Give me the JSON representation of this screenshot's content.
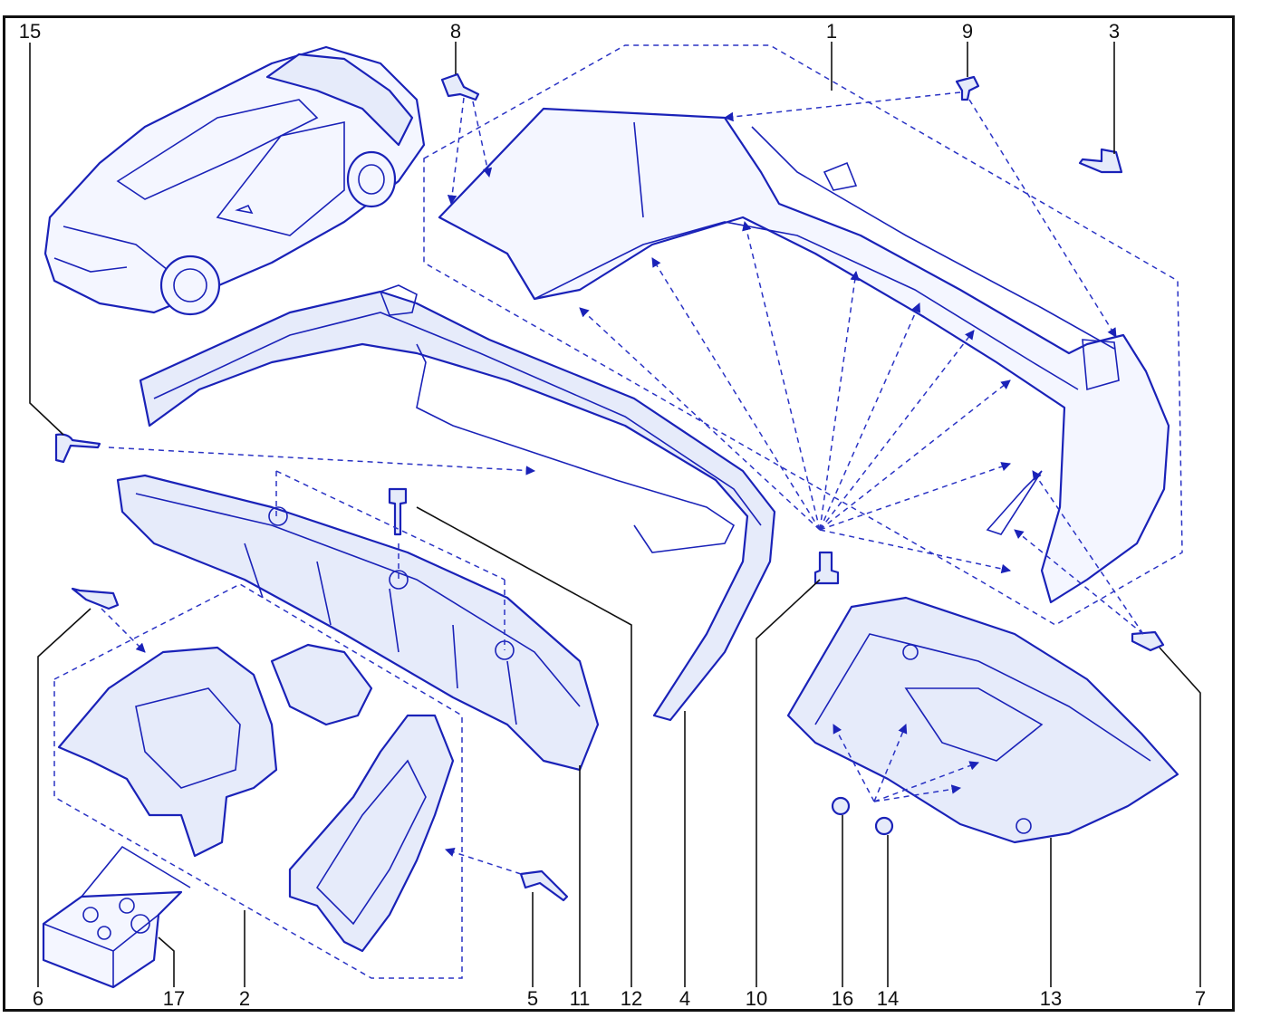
{
  "colors": {
    "line": "#1a22b8",
    "fill": "#e6ebfa",
    "frame": "#111111"
  },
  "callouts": {
    "n1": "1",
    "n2": "2",
    "n3": "3",
    "n4": "4",
    "n5": "5",
    "n6": "6",
    "n7": "7",
    "n8": "8",
    "n9": "9",
    "n10": "10",
    "n11": "11",
    "n12": "12",
    "n13": "13",
    "n14": "14",
    "n15": "15",
    "n16": "16",
    "n17": "17"
  }
}
